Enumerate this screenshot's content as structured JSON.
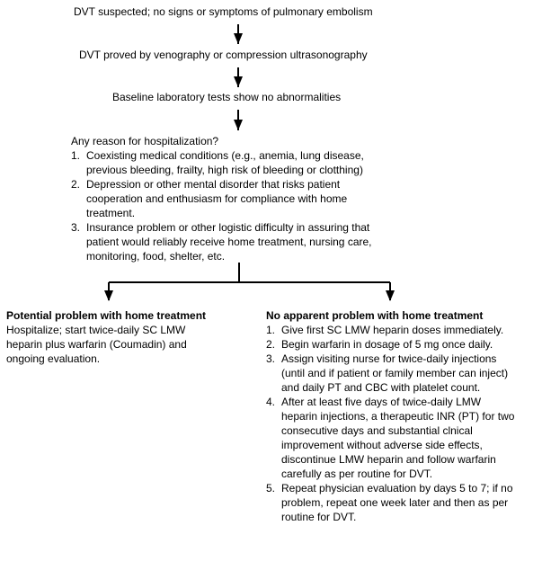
{
  "steps": {
    "step1": "DVT suspected; no signs or symptoms of pulmonary embolism",
    "step2": "DVT proved by venography or compression ultrasonography",
    "step3": "Baseline laboratory tests show no abnormalities"
  },
  "hospitalization": {
    "question": "Any reason for hospitalization?",
    "reasons": [
      {
        "num": "1.",
        "lines": [
          "Coexisting medical conditions (e.g., anemia, lung disease,",
          "previous bleeding, frailty, high risk of bleeding or clotthing)"
        ]
      },
      {
        "num": "2.",
        "lines": [
          "Depression or other mental disorder that risks patient",
          "cooperation and enthusiasm for compliance with home",
          "treatment."
        ]
      },
      {
        "num": "3.",
        "lines": [
          "Insurance problem or other logistic difficulty in assuring that",
          "patient would reliably receive home treatment, nursing care,",
          "monitoring, food, shelter, etc."
        ]
      }
    ]
  },
  "left_branch": {
    "heading": "Potential problem with home treatment",
    "lines": [
      "Hospitalize; start twice-daily SC LMW",
      "heparin plus warfarin (Coumadin) and",
      "ongoing evaluation."
    ]
  },
  "right_branch": {
    "heading": "No apparent problem with home treatment",
    "items": [
      {
        "num": "1.",
        "lines": [
          "Give first SC LMW heparin doses immediately."
        ]
      },
      {
        "num": "2.",
        "lines": [
          "Begin warfarin in dosage of 5 mg once daily."
        ]
      },
      {
        "num": "3.",
        "lines": [
          "Assign visiting nurse for twice-daily injections",
          "(until and if patient or family member can inject)",
          "and daily PT and CBC with platelet count."
        ]
      },
      {
        "num": "4.",
        "lines": [
          "After at least five days of twice-daily LMW",
          "heparin injections, a therapeutic INR (PT) for two",
          "consecutive days and substantial clnical",
          "improvement without adverse side effects,",
          "discontinue LMW heparin and follow warfarin",
          "carefully as per routine for DVT."
        ]
      },
      {
        "num": "5.",
        "lines": [
          "Repeat physician evaluation by days 5 to 7; if no",
          "problem, repeat one week later and then as per",
          "routine for DVT."
        ]
      }
    ]
  }
}
